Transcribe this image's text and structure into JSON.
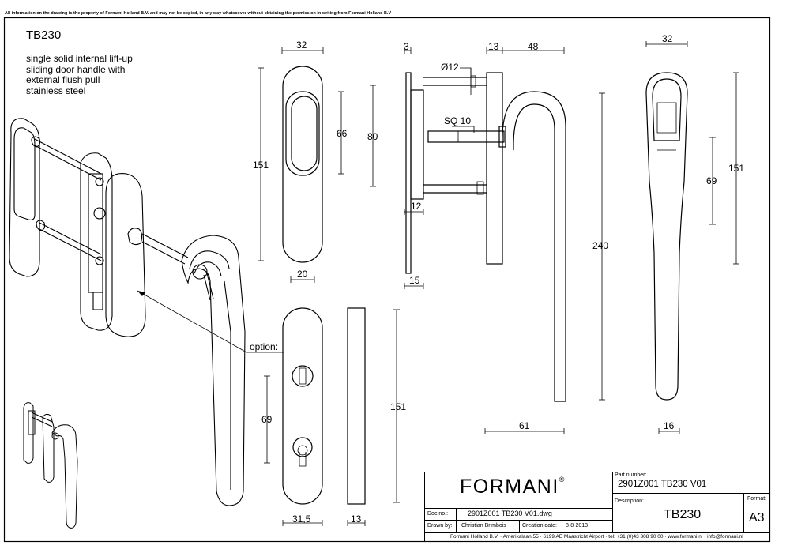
{
  "disclaimer": "All information on the drawing is the property of Formani Holland B.V. and may not be copied, in any way whatsoever without obtaining the permission in writing from Formani Holland B.V",
  "product": {
    "code": "TB230",
    "description_lines": [
      "single solid internal lift-up",
      "sliding door handle with",
      "external flush pull",
      "stainless steel"
    ]
  },
  "callouts": {
    "option": "option:",
    "diameter": "Ø12",
    "square": "SQ 10"
  },
  "dimensions": {
    "flush_width": "32",
    "flush_recess_height": "66",
    "flush_outer_height": "80",
    "flush_height": "151",
    "flush_recess_width": "20",
    "plate_height": "151",
    "plate_hole_spacing": "69",
    "plate_width": "31,5",
    "plate_depth": "13",
    "side_plate_thickness": "3",
    "side_standoff": "13",
    "side_handle_depth": "48",
    "side_bar_offset": "12",
    "side_plate_width": "15",
    "side_handle_length": "240",
    "side_handle_bottom": "61",
    "front_width": "32",
    "front_spacing": "69",
    "front_height": "151",
    "front_grip_width": "16"
  },
  "title_block": {
    "brand": "FORMANI",
    "registered": "®",
    "part_number_label": "Part number:",
    "part_number": "2901Z001 TB230 V01",
    "description_label": "Description:",
    "description": "TB230",
    "format_label": "Format:",
    "format": "A3",
    "doc_no_label": "Doc no.:",
    "doc_no": "2901Z001 TB230 V01.dwg",
    "drawn_by_label": "Drawn by:",
    "drawn_by": "Christian Brimbois",
    "creation_date_label": "Creation date:",
    "creation_date": "8-8-2013",
    "footer": "Formani Holland B.V. · Amerikalaan 55 · 6199 AE Maastricht Airport · tel: +31 (0)43 308 90 00 · www.formani.nl · info@formani.nl"
  }
}
